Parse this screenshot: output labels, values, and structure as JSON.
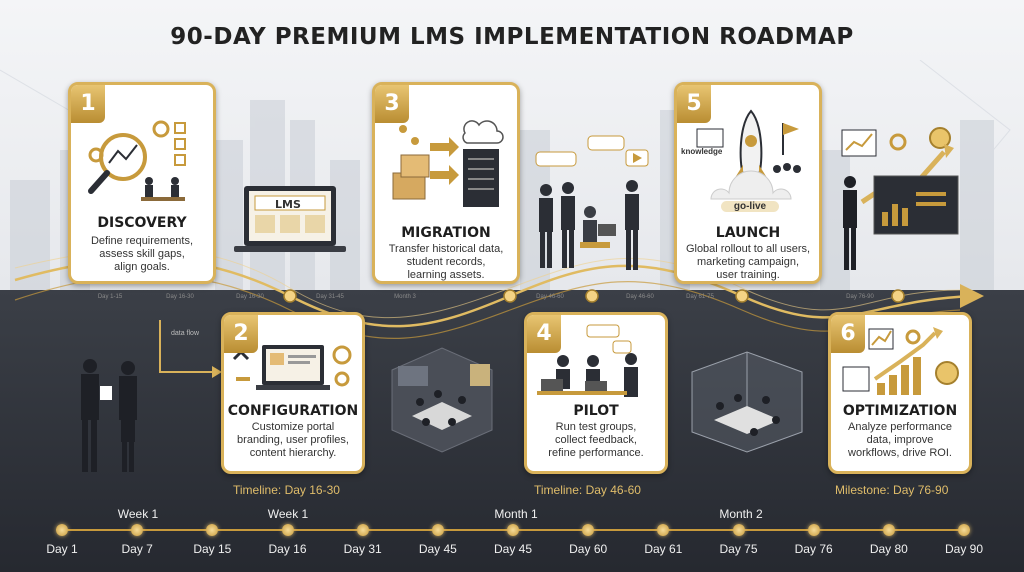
{
  "title": "90-DAY PREMIUM LMS IMPLEMENTATION ROADMAP",
  "phases": [
    {
      "number": "1",
      "title": "DISCOVERY",
      "desc": [
        "Define requirements,",
        "assess skill gaps,",
        "align goals."
      ]
    },
    {
      "number": "2",
      "title": "CONFIGURATION",
      "desc": [
        "Customize portal",
        "branding, user profiles,",
        "content hierarchy."
      ]
    },
    {
      "number": "3",
      "title": "MIGRATION",
      "desc": [
        "Transfer historical data,",
        "student records,",
        "learning assets."
      ]
    },
    {
      "number": "4",
      "title": "PILOT",
      "desc": [
        "Run test groups,",
        "collect feedback,",
        "refine performance."
      ]
    },
    {
      "number": "5",
      "title": "LAUNCH",
      "desc": [
        "Global rollout to all users,",
        "marketing campaign,",
        "user training."
      ]
    },
    {
      "number": "6",
      "title": "OPTIMIZATION",
      "desc": [
        "Analyze performance",
        "data, improve",
        "workflows, drive ROI."
      ]
    }
  ],
  "illustration_text": {
    "lms_screen": "LMS",
    "knowledge": "knowledge",
    "go_live": "go-live",
    "data_flow": "data flow"
  },
  "flow_labels": [
    "Day 1-15",
    "Day 16-30",
    "Day 16-30",
    "Day 31-45",
    "Month 3",
    "Day 46-60",
    "Day 46-60",
    "Day 61-75",
    "Day 76-90"
  ],
  "timeline_notes": [
    "Timeline: Day 16-30",
    "Timeline: Day 46-60",
    "Milestone: Day 76-90"
  ],
  "axis": {
    "groups": [
      "Week 1",
      "Week 1",
      "Month 1",
      "Month 2"
    ],
    "ticks": [
      "Day 1",
      "Day 7",
      "Day 15",
      "Day 16",
      "Day 31",
      "Day 45",
      "Day 45",
      "Day 60",
      "Day 61",
      "Day 75",
      "Day 76",
      "Day 80",
      "Day 90"
    ]
  },
  "colors": {
    "gold": "#d9b25a",
    "dark": "#2b2e35",
    "light": "#eef0f3"
  }
}
